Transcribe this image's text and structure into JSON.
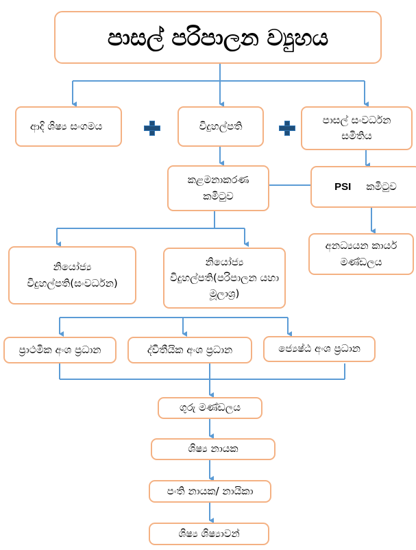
{
  "title": "පාසල් පරිපාලන ව්‍යුහය",
  "colors": {
    "box_border": "#f4b183",
    "connector": "#5b9bd5",
    "plus": "#1f4e79"
  },
  "icons": {
    "plus": "plus-icon",
    "arrow": "arrow-down-icon"
  },
  "nodes": {
    "past_pupils": "ආදි ශිෂ්‍ය සංගමය",
    "principal": "විදුහල්පති",
    "sdc": "පාසල් සංවර්ධන සමිතිය",
    "management_committee": "කළමනාකරණ කමිටුව",
    "psi_prefix": "PSI",
    "psi_suffix": "කමිටුව",
    "sdec": "අනධ්‍යයන කාර්ය මණ්ඩලය",
    "deputy_dev": "නියෝජ්‍ය විදුහල්පති(සංවර්ධන)",
    "deputy_admin": "නියෝජ්‍ය විදුහල්පති(පරිපාලන යහා මූලාශ්‍ර)",
    "primary_head": "ප්‍රාථමික අංශ ප්‍රධාන",
    "secondary_head": "ද්විතීයික අංශ ප්‍රධාන",
    "senior_head": "ජ්‍යෙෂ්ඨ අංශ ප්‍රධාන",
    "staff": "ගුරු මණ්ඩලය",
    "prefects": "ශිෂ්‍ය නායක",
    "monitors": "පංති නායක/ නායිකා",
    "students": "ශිෂ්‍ය ශිෂ්‍යාවන්"
  }
}
